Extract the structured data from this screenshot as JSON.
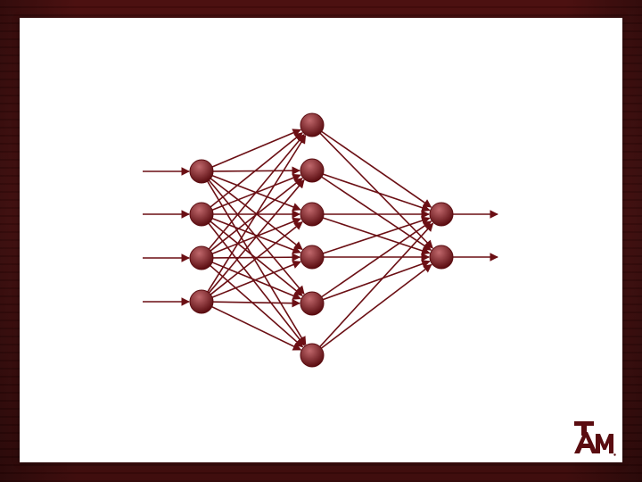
{
  "colors": {
    "accent": "#6b0f14",
    "node_fill_light": "#c0686c",
    "node_fill_dark": "#5a0c10",
    "frame": "#4a0e0e"
  },
  "network": {
    "layers": [
      {
        "name": "input",
        "count": 4,
        "has_input_arrows": true
      },
      {
        "name": "hidden",
        "count": 6
      },
      {
        "name": "output",
        "count": 2,
        "has_output_arrows": true
      }
    ],
    "connectivity": "fully-connected"
  },
  "logo": {
    "name": "tamu-logo-icon"
  }
}
